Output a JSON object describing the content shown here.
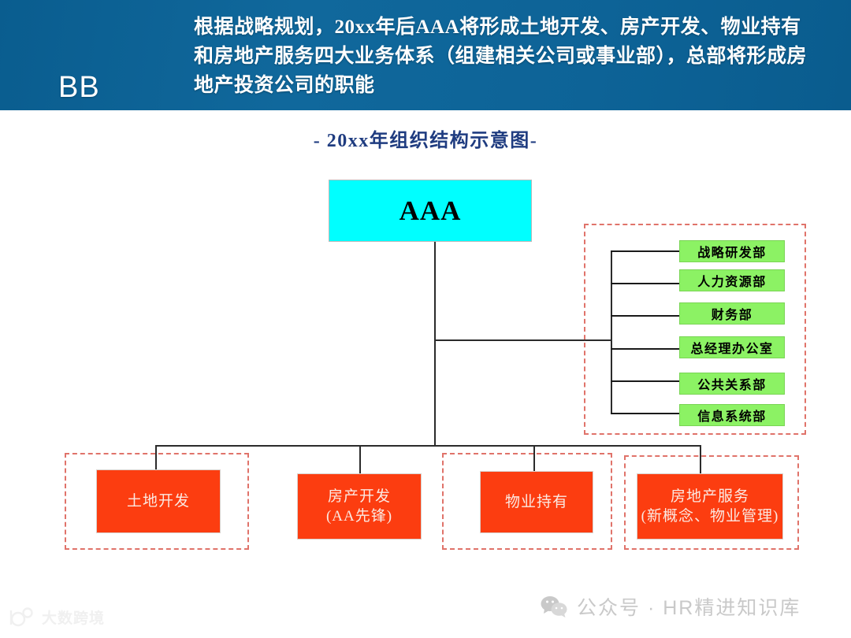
{
  "header": {
    "brand": "BB",
    "title": "根据战略规划，20xx年后AAA将形成土地开发、房产开发、物业持有和房地产服务四大业务体系（组建相关公司或事业部），总部将形成房地产投资公司的职能",
    "background_color": "#0d6397",
    "text_color": "#ffffff"
  },
  "subtitle": {
    "text": "- 20xx年组织结构示意图-",
    "color": "#1f3c80"
  },
  "chart_data": {
    "type": "diagram",
    "title": "- 20xx年组织结构示意图-",
    "root": {
      "label": "AAA",
      "fill": "#00ffff",
      "text_color": "#000000"
    },
    "departments": {
      "group_border": "#e0736a",
      "fill": "#8cf264",
      "text_color": "#000000",
      "items": [
        {
          "label": "战略研发部"
        },
        {
          "label": "人力资源部"
        },
        {
          "label": "财务部"
        },
        {
          "label": "总经理办公室"
        },
        {
          "label": "公共关系部"
        },
        {
          "label": "信息系统部"
        }
      ]
    },
    "business_units": {
      "fill": "#fc3d10",
      "text_color": "#fbe9e2",
      "items": [
        {
          "line1": "土地开发",
          "line2": "",
          "framed": true
        },
        {
          "line1": "房产开发",
          "line2": "(AA先锋)",
          "framed": false
        },
        {
          "line1": "物业持有",
          "line2": "",
          "framed": true
        },
        {
          "line1": "房地产服务",
          "line2": "(新概念、物业管理)",
          "framed": true
        }
      ]
    }
  },
  "watermarks": {
    "wechat_label": "公众号 · HR精进知识库",
    "wechat_icon": "wechat-icon",
    "logo_label": "大数跨境",
    "logo_icon": "dashu-logo-icon"
  }
}
